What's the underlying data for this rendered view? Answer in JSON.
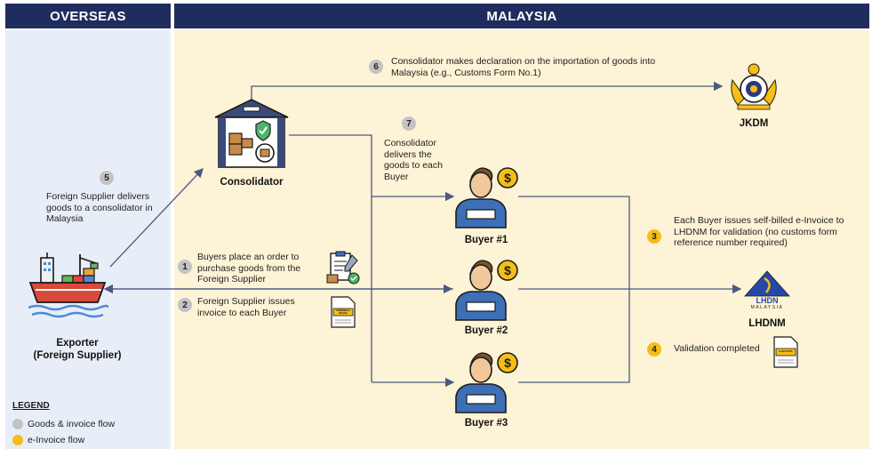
{
  "headers": {
    "overseas": "OVERSEAS",
    "malaysia": "MALAYSIA"
  },
  "nodes": {
    "exporter": "Exporter\n(Foreign Supplier)",
    "consolidator": "Consolidator",
    "jkdm": "JKDM",
    "lhdnm": "LHDNM",
    "buyer1": "Buyer #1",
    "buyer2": "Buyer #2",
    "buyer3": "Buyer #3"
  },
  "steps": [
    {
      "num": "1",
      "text": "Buyers place an order to purchase goods from the Foreign Supplier",
      "flow": "goods"
    },
    {
      "num": "2",
      "text": "Foreign Supplier issues invoice to each Buyer",
      "flow": "goods"
    },
    {
      "num": "3",
      "text": "Each Buyer issues self-billed e-Invoice to LHDNM for validation (no customs form reference number required)",
      "flow": "einvoice"
    },
    {
      "num": "4",
      "text": "Validation completed",
      "flow": "einvoice"
    },
    {
      "num": "5",
      "text": "Foreign Supplier delivers goods to a consolidator in Malaysia",
      "flow": "goods"
    },
    {
      "num": "6",
      "text": "Consolidator makes declaration on the importation of goods into Malaysia (e.g., Customs Form No.1)",
      "flow": "goods"
    },
    {
      "num": "7",
      "text": "Consolidator delivers the goods to each Buyer",
      "flow": "goods"
    }
  ],
  "legend": {
    "title": "LEGEND",
    "items": [
      {
        "label": "Goods & invoice flow",
        "color": "#c3c3c3"
      },
      {
        "label": "e-Invoice flow",
        "color": "#f6bd16"
      }
    ]
  },
  "documents": {
    "commercial_invoice": "COMMERCIAL INVOICE",
    "e_invoice": "E-INVOICE"
  },
  "logo": {
    "lhdn": "LHDN",
    "malaysia": "MALAYSIA"
  },
  "colors": {
    "header": "#1f2d5e",
    "overseas_bg": "#e8eef8",
    "malaysia_bg": "#fdf3d6",
    "arrow": "#4a5a80",
    "gold": "#f6bd16",
    "grey": "#c3c3c3"
  }
}
